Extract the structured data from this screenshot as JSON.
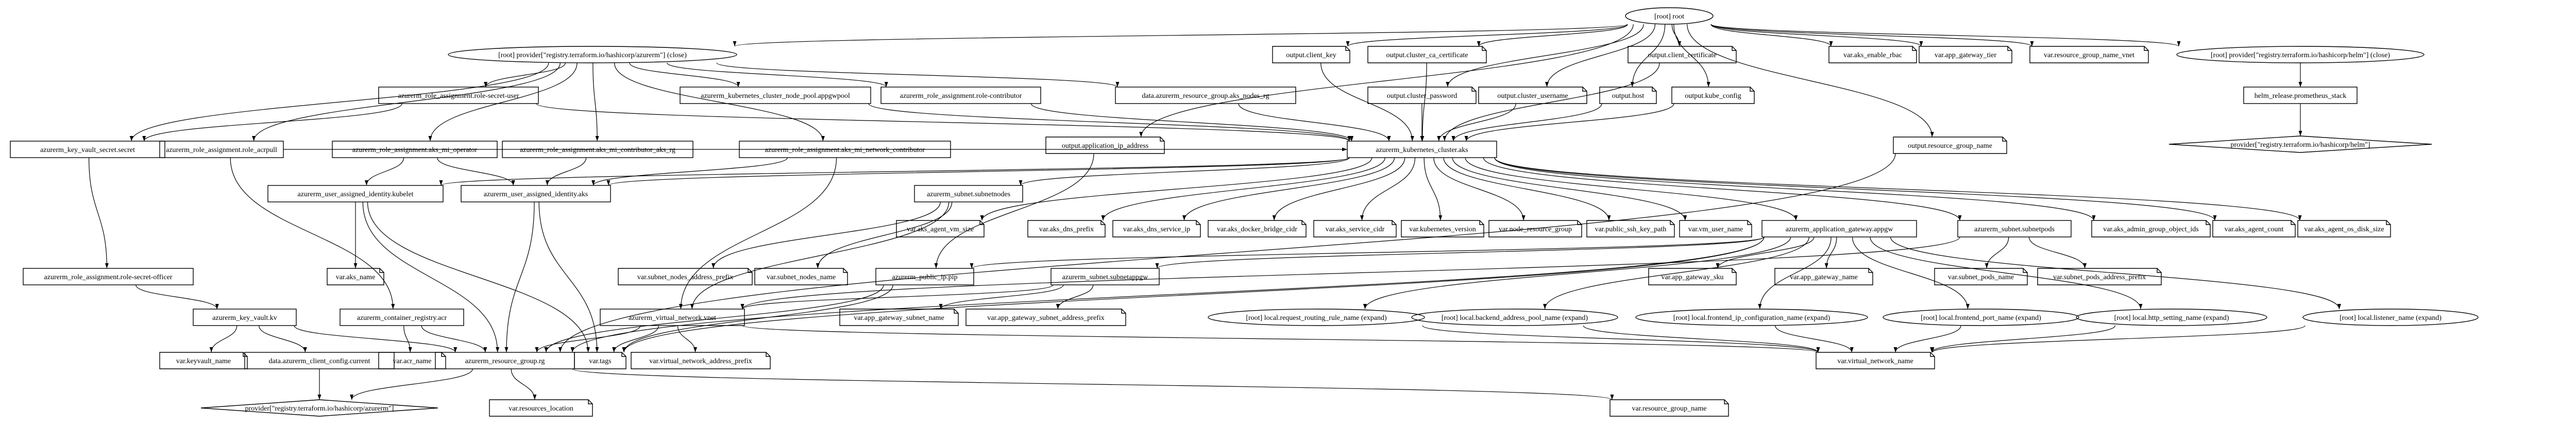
{
  "nodes": [
    {
      "id": "root",
      "label": "[root] root",
      "shape": "ellipse"
    },
    {
      "id": "prov_azurerm_close",
      "label": "[root] provider[\"registry.terraform.io/hashicorp/azurerm\"] (close)",
      "shape": "ellipse"
    },
    {
      "id": "prov_helm_close",
      "label": "[root] provider[\"registry.terraform.io/hashicorp/helm\"] (close)",
      "shape": "ellipse"
    },
    {
      "id": "out_client_key",
      "label": "output.client_key",
      "shape": "note"
    },
    {
      "id": "out_cluster_ca",
      "label": "output.cluster_ca_certificate",
      "shape": "note"
    },
    {
      "id": "out_client_cert",
      "label": "output.client_certificate",
      "shape": "note"
    },
    {
      "id": "var_aks_enable_rbac",
      "label": "var.aks_enable_rbac",
      "shape": "note"
    },
    {
      "id": "var_app_gateway_tier",
      "label": "var.app_gateway_tier",
      "shape": "note"
    },
    {
      "id": "var_rg_name_vnet",
      "label": "var.resource_group_name_vnet",
      "shape": "note"
    },
    {
      "id": "role_secret_user",
      "label": "azurerm_role_assignment.role-secret-user",
      "shape": "box"
    },
    {
      "id": "pool_appgwpool",
      "label": "azurerm_kubernetes_cluster_node_pool.appgwpool",
      "shape": "box"
    },
    {
      "id": "role_contributor",
      "label": "azurerm_role_assignment.role-contributor",
      "shape": "box"
    },
    {
      "id": "data_rg_aks_nodes",
      "label": "data.azurerm_resource_group.aks_nodes_rg",
      "shape": "box"
    },
    {
      "id": "out_cluster_password",
      "label": "output.cluster_password",
      "shape": "note"
    },
    {
      "id": "out_cluster_username",
      "label": "output.cluster_username",
      "shape": "note"
    },
    {
      "id": "out_host",
      "label": "output.host",
      "shape": "note"
    },
    {
      "id": "out_kube_config",
      "label": "output.kube_config",
      "shape": "note"
    },
    {
      "id": "helm_release",
      "label": "helm_release.prometheus_stack",
      "shape": "box"
    },
    {
      "id": "kv_secret",
      "label": "azurerm_key_vault_secret.secret",
      "shape": "box"
    },
    {
      "id": "role_acrpull",
      "label": "azurerm_role_assignment.role_acrpull",
      "shape": "box"
    },
    {
      "id": "role_aks_mi_operator",
      "label": "azurerm_role_assignment.aks_mi_operator",
      "shape": "box"
    },
    {
      "id": "role_aks_mi_contrib_rg",
      "label": "azurerm_role_assignment.aks_mi_contributor_aks_rg",
      "shape": "box"
    },
    {
      "id": "role_aks_mi_net",
      "label": "azurerm_role_assignment.aks_mi_network_contributor",
      "shape": "box"
    },
    {
      "id": "out_app_ip",
      "label": "output.application_ip_address",
      "shape": "note"
    },
    {
      "id": "aks",
      "label": "azurerm_kubernetes_cluster.aks",
      "shape": "box"
    },
    {
      "id": "out_rg_name",
      "label": "output.resource_group_name",
      "shape": "note"
    },
    {
      "id": "prov_helm",
      "label": "provider[\"registry.terraform.io/hashicorp/helm\"]",
      "shape": "diamond"
    },
    {
      "id": "uai_kubelet",
      "label": "azurerm_user_assigned_identity.kubelet",
      "shape": "box"
    },
    {
      "id": "uai_aks",
      "label": "azurerm_user_assigned_identity.aks",
      "shape": "box"
    },
    {
      "id": "subnet_nodes",
      "label": "azurerm_subnet.subnetnodes",
      "shape": "box"
    },
    {
      "id": "var_aks_agent_vm_size",
      "label": "var.aks_agent_vm_size",
      "shape": "note"
    },
    {
      "id": "var_aks_dns_prefix",
      "label": "var.aks_dns_prefix",
      "shape": "note"
    },
    {
      "id": "var_aks_dns_service_ip",
      "label": "var.aks_dns_service_ip",
      "shape": "note"
    },
    {
      "id": "var_aks_docker_bridge",
      "label": "var.aks_docker_bridge_cidr",
      "shape": "note"
    },
    {
      "id": "var_aks_service_cidr",
      "label": "var.aks_service_cidr",
      "shape": "note"
    },
    {
      "id": "var_k8s_version",
      "label": "var.kubernetes_version",
      "shape": "note"
    },
    {
      "id": "var_node_rg",
      "label": "var.node_resource_group",
      "shape": "note"
    },
    {
      "id": "var_public_ssh",
      "label": "var.public_ssh_key_path",
      "shape": "note"
    },
    {
      "id": "var_vm_user",
      "label": "var.vm_user_name",
      "shape": "note"
    },
    {
      "id": "appgw",
      "label": "azurerm_application_gateway.appgw",
      "shape": "box"
    },
    {
      "id": "subnet_pods",
      "label": "azurerm_subnet.subnetpods",
      "shape": "box"
    },
    {
      "id": "var_aks_admin_group",
      "label": "var.aks_admin_group_object_ids",
      "shape": "note"
    },
    {
      "id": "var_aks_agent_count",
      "label": "var.aks_agent_count",
      "shape": "note"
    },
    {
      "id": "var_aks_agent_os_disk",
      "label": "var.aks_agent_os_disk_size",
      "shape": "note"
    },
    {
      "id": "role_secret_officer",
      "label": "azurerm_role_assignment.role-secret-officer",
      "shape": "box"
    },
    {
      "id": "var_aks_name",
      "label": "var.aks_name",
      "shape": "note"
    },
    {
      "id": "public_ip",
      "label": "azurerm_public_ip.pip",
      "shape": "box"
    },
    {
      "id": "subnet_appgw",
      "label": "azurerm_subnet.subnetappgw",
      "shape": "box"
    },
    {
      "id": "var_subnet_nodes_prefix",
      "label": "var.subnet_nodes_address_prefix",
      "shape": "note"
    },
    {
      "id": "var_subnet_nodes_name",
      "label": "var.subnet_nodes_name",
      "shape": "note"
    },
    {
      "id": "var_app_gateway_sku",
      "label": "var.app_gateway_sku",
      "shape": "note"
    },
    {
      "id": "var_app_gateway_name",
      "label": "var.app_gateway_name",
      "shape": "note"
    },
    {
      "id": "var_subnet_pods_name",
      "label": "var.subnet_pods_name",
      "shape": "note"
    },
    {
      "id": "var_subnet_pods_prefix",
      "label": "var.subnet_pods_address_prefix",
      "shape": "note"
    },
    {
      "id": "key_vault",
      "label": "azurerm_key_vault.kv",
      "shape": "box"
    },
    {
      "id": "acr",
      "label": "azurerm_container_registry.acr",
      "shape": "box"
    },
    {
      "id": "vnet",
      "label": "azurerm_virtual_network.vnet",
      "shape": "box"
    },
    {
      "id": "var_app_gw_subnet_name",
      "label": "var.app_gateway_subnet_name",
      "shape": "note"
    },
    {
      "id": "var_app_gw_subnet_prefix",
      "label": "var.app_gateway_subnet_address_prefix",
      "shape": "note"
    },
    {
      "id": "local_req_routing",
      "label": "[root] local.request_routing_rule_name (expand)",
      "shape": "ellipse"
    },
    {
      "id": "local_backend_pool",
      "label": "[root] local.backend_address_pool_name (expand)",
      "shape": "ellipse"
    },
    {
      "id": "local_frontend_ip",
      "label": "[root] local.frontend_ip_configuration_name (expand)",
      "shape": "ellipse"
    },
    {
      "id": "local_frontend_port",
      "label": "[root] local.frontend_port_name (expand)",
      "shape": "ellipse"
    },
    {
      "id": "local_http_setting",
      "label": "[root] local.http_setting_name (expand)",
      "shape": "ellipse"
    },
    {
      "id": "local_listener",
      "label": "[root] local.listener_name (expand)",
      "shape": "ellipse"
    },
    {
      "id": "var_keyvault_name",
      "label": "var.keyvault_name",
      "shape": "note"
    },
    {
      "id": "data_client_config",
      "label": "data.azurerm_client_config.current",
      "shape": "box"
    },
    {
      "id": "var_acr_name",
      "label": "var.acr_name",
      "shape": "note"
    },
    {
      "id": "rg",
      "label": "azurerm_resource_group.rg",
      "shape": "box"
    },
    {
      "id": "var_tags",
      "label": "var.tags",
      "shape": "note"
    },
    {
      "id": "var_vnet_prefix",
      "label": "var.virtual_network_address_prefix",
      "shape": "note"
    },
    {
      "id": "var_vnet_name",
      "label": "var.virtual_network_name",
      "shape": "note"
    },
    {
      "id": "prov_azurerm",
      "label": "provider[\"registry.terraform.io/hashicorp/azurerm\"]",
      "shape": "diamond"
    },
    {
      "id": "var_resources_location",
      "label": "var.resources_location",
      "shape": "note"
    },
    {
      "id": "var_rg_name",
      "label": "var.resource_group_name",
      "shape": "note"
    }
  ],
  "edges": [
    [
      "root",
      "prov_azurerm_close"
    ],
    [
      "root",
      "prov_helm_close"
    ],
    [
      "root",
      "out_client_key"
    ],
    [
      "root",
      "out_cluster_ca"
    ],
    [
      "root",
      "out_client_cert"
    ],
    [
      "root",
      "var_aks_enable_rbac"
    ],
    [
      "root",
      "var_app_gateway_tier"
    ],
    [
      "root",
      "var_rg_name_vnet"
    ],
    [
      "root",
      "out_cluster_password"
    ],
    [
      "root",
      "out_cluster_username"
    ],
    [
      "root",
      "out_host"
    ],
    [
      "root",
      "out_kube_config"
    ],
    [
      "root",
      "out_app_ip"
    ],
    [
      "root",
      "out_rg_name"
    ],
    [
      "prov_azurerm_close",
      "role_secret_user"
    ],
    [
      "prov_azurerm_close",
      "pool_appgwpool"
    ],
    [
      "prov_azurerm_close",
      "role_contributor"
    ],
    [
      "prov_azurerm_close",
      "data_rg_aks_nodes"
    ],
    [
      "prov_azurerm_close",
      "kv_secret"
    ],
    [
      "prov_azurerm_close",
      "role_acrpull"
    ],
    [
      "prov_azurerm_close",
      "role_aks_mi_operator"
    ],
    [
      "prov_azurerm_close",
      "role_aks_mi_contrib_rg"
    ],
    [
      "prov_azurerm_close",
      "role_aks_mi_net"
    ],
    [
      "prov_helm_close",
      "helm_release"
    ],
    [
      "helm_release",
      "prov_helm"
    ],
    [
      "out_client_key",
      "aks"
    ],
    [
      "out_cluster_ca",
      "aks"
    ],
    [
      "out_client_cert",
      "aks"
    ],
    [
      "out_cluster_password",
      "aks"
    ],
    [
      "out_cluster_username",
      "aks"
    ],
    [
      "out_host",
      "aks"
    ],
    [
      "out_kube_config",
      "aks"
    ],
    [
      "out_rg_name",
      "rg"
    ],
    [
      "out_app_ip",
      "public_ip"
    ],
    [
      "role_secret_user",
      "aks"
    ],
    [
      "role_secret_user",
      "kv_secret"
    ],
    [
      "pool_appgwpool",
      "aks"
    ],
    [
      "role_contributor",
      "aks"
    ],
    [
      "data_rg_aks_nodes",
      "aks"
    ],
    [
      "role_acrpull",
      "aks"
    ],
    [
      "role_acrpull",
      "acr"
    ],
    [
      "role_aks_mi_operator",
      "uai_kubelet"
    ],
    [
      "role_aks_mi_operator",
      "uai_aks"
    ],
    [
      "role_aks_mi_contrib_rg",
      "uai_aks"
    ],
    [
      "role_aks_mi_net",
      "uai_aks"
    ],
    [
      "role_aks_mi_net",
      "vnet"
    ],
    [
      "kv_secret",
      "role_secret_officer"
    ],
    [
      "role_secret_officer",
      "key_vault"
    ],
    [
      "key_vault",
      "var_keyvault_name"
    ],
    [
      "key_vault",
      "data_client_config"
    ],
    [
      "key_vault",
      "rg"
    ],
    [
      "data_client_config",
      "prov_azurerm"
    ],
    [
      "acr",
      "var_acr_name"
    ],
    [
      "acr",
      "rg"
    ],
    [
      "aks",
      "uai_kubelet"
    ],
    [
      "aks",
      "uai_aks"
    ],
    [
      "aks",
      "subnet_nodes"
    ],
    [
      "aks",
      "var_aks_agent_vm_size"
    ],
    [
      "aks",
      "var_aks_dns_prefix"
    ],
    [
      "aks",
      "var_aks_dns_service_ip"
    ],
    [
      "aks",
      "var_aks_docker_bridge"
    ],
    [
      "aks",
      "var_aks_service_cidr"
    ],
    [
      "aks",
      "var_k8s_version"
    ],
    [
      "aks",
      "var_node_rg"
    ],
    [
      "aks",
      "var_public_ssh"
    ],
    [
      "aks",
      "var_vm_user"
    ],
    [
      "aks",
      "appgw"
    ],
    [
      "aks",
      "subnet_pods"
    ],
    [
      "aks",
      "var_aks_admin_group"
    ],
    [
      "aks",
      "var_aks_agent_count"
    ],
    [
      "aks",
      "var_aks_agent_os_disk"
    ],
    [
      "uai_kubelet",
      "var_aks_name"
    ],
    [
      "uai_kubelet",
      "rg"
    ],
    [
      "uai_kubelet",
      "var_tags"
    ],
    [
      "uai_aks",
      "rg"
    ],
    [
      "uai_aks",
      "var_tags"
    ],
    [
      "subnet_nodes",
      "var_subnet_nodes_prefix"
    ],
    [
      "subnet_nodes",
      "var_subnet_nodes_name"
    ],
    [
      "subnet_nodes",
      "vnet"
    ],
    [
      "subnet_pods",
      "var_subnet_pods_name"
    ],
    [
      "subnet_pods",
      "var_subnet_pods_prefix"
    ],
    [
      "subnet_pods",
      "vnet"
    ],
    [
      "appgw",
      "public_ip"
    ],
    [
      "appgw",
      "subnet_appgw"
    ],
    [
      "appgw",
      "var_app_gateway_sku"
    ],
    [
      "appgw",
      "var_app_gateway_name"
    ],
    [
      "appgw",
      "local_req_routing"
    ],
    [
      "appgw",
      "local_backend_pool"
    ],
    [
      "appgw",
      "local_frontend_ip"
    ],
    [
      "appgw",
      "local_frontend_port"
    ],
    [
      "appgw",
      "local_http_setting"
    ],
    [
      "appgw",
      "local_listener"
    ],
    [
      "appgw",
      "var_tags"
    ],
    [
      "appgw",
      "rg"
    ],
    [
      "public_ip",
      "rg"
    ],
    [
      "public_ip",
      "var_tags"
    ],
    [
      "subnet_appgw",
      "vnet"
    ],
    [
      "subnet_appgw",
      "var_app_gw_subnet_name"
    ],
    [
      "subnet_appgw",
      "var_app_gw_subnet_prefix"
    ],
    [
      "vnet",
      "rg"
    ],
    [
      "vnet",
      "var_tags"
    ],
    [
      "vnet",
      "var_vnet_prefix"
    ],
    [
      "vnet",
      "var_vnet_name"
    ],
    [
      "local_req_routing",
      "var_vnet_name"
    ],
    [
      "local_backend_pool",
      "var_vnet_name"
    ],
    [
      "local_frontend_ip",
      "var_vnet_name"
    ],
    [
      "local_frontend_port",
      "var_vnet_name"
    ],
    [
      "local_http_setting",
      "var_vnet_name"
    ],
    [
      "local_listener",
      "var_vnet_name"
    ],
    [
      "rg",
      "prov_azurerm"
    ],
    [
      "rg",
      "var_resources_location"
    ],
    [
      "rg",
      "var_rg_name"
    ]
  ]
}
